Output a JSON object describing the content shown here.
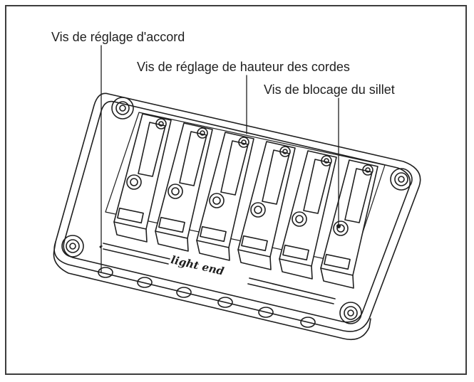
{
  "labels": {
    "tuning_screw": "Vis de réglage d'accord",
    "string_height_screw": "Vis de réglage de hauteur des cordes",
    "nut_lock_screw": "Vis de blocage du sillet"
  },
  "logo_text": "light end",
  "colors": {
    "ink": "#1f1f1f",
    "frame": "#3d3d3d",
    "background": "#ffffff"
  }
}
